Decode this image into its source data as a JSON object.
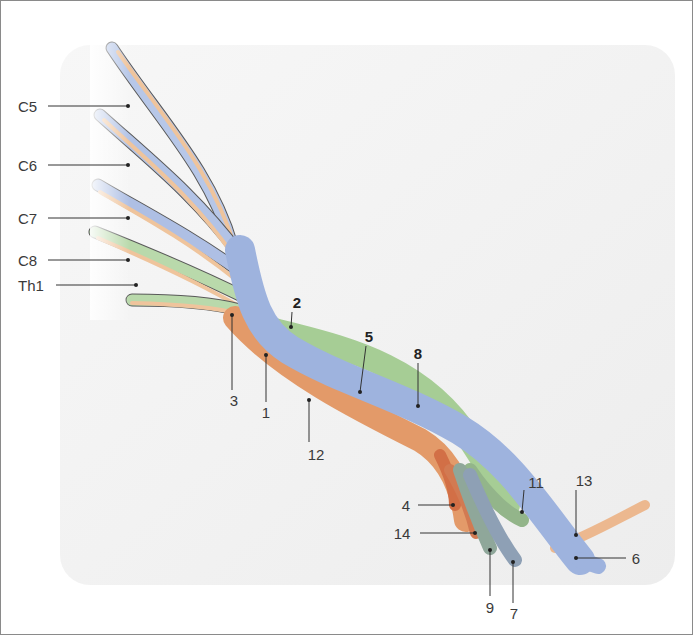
{
  "diagram": {
    "labels": [
      "C5",
      "C6",
      "C7",
      "C8",
      "Th1",
      "2",
      "5",
      "8",
      "3",
      "1",
      "12",
      "11",
      "13",
      "4",
      "14",
      "6",
      "9",
      "7"
    ]
  }
}
